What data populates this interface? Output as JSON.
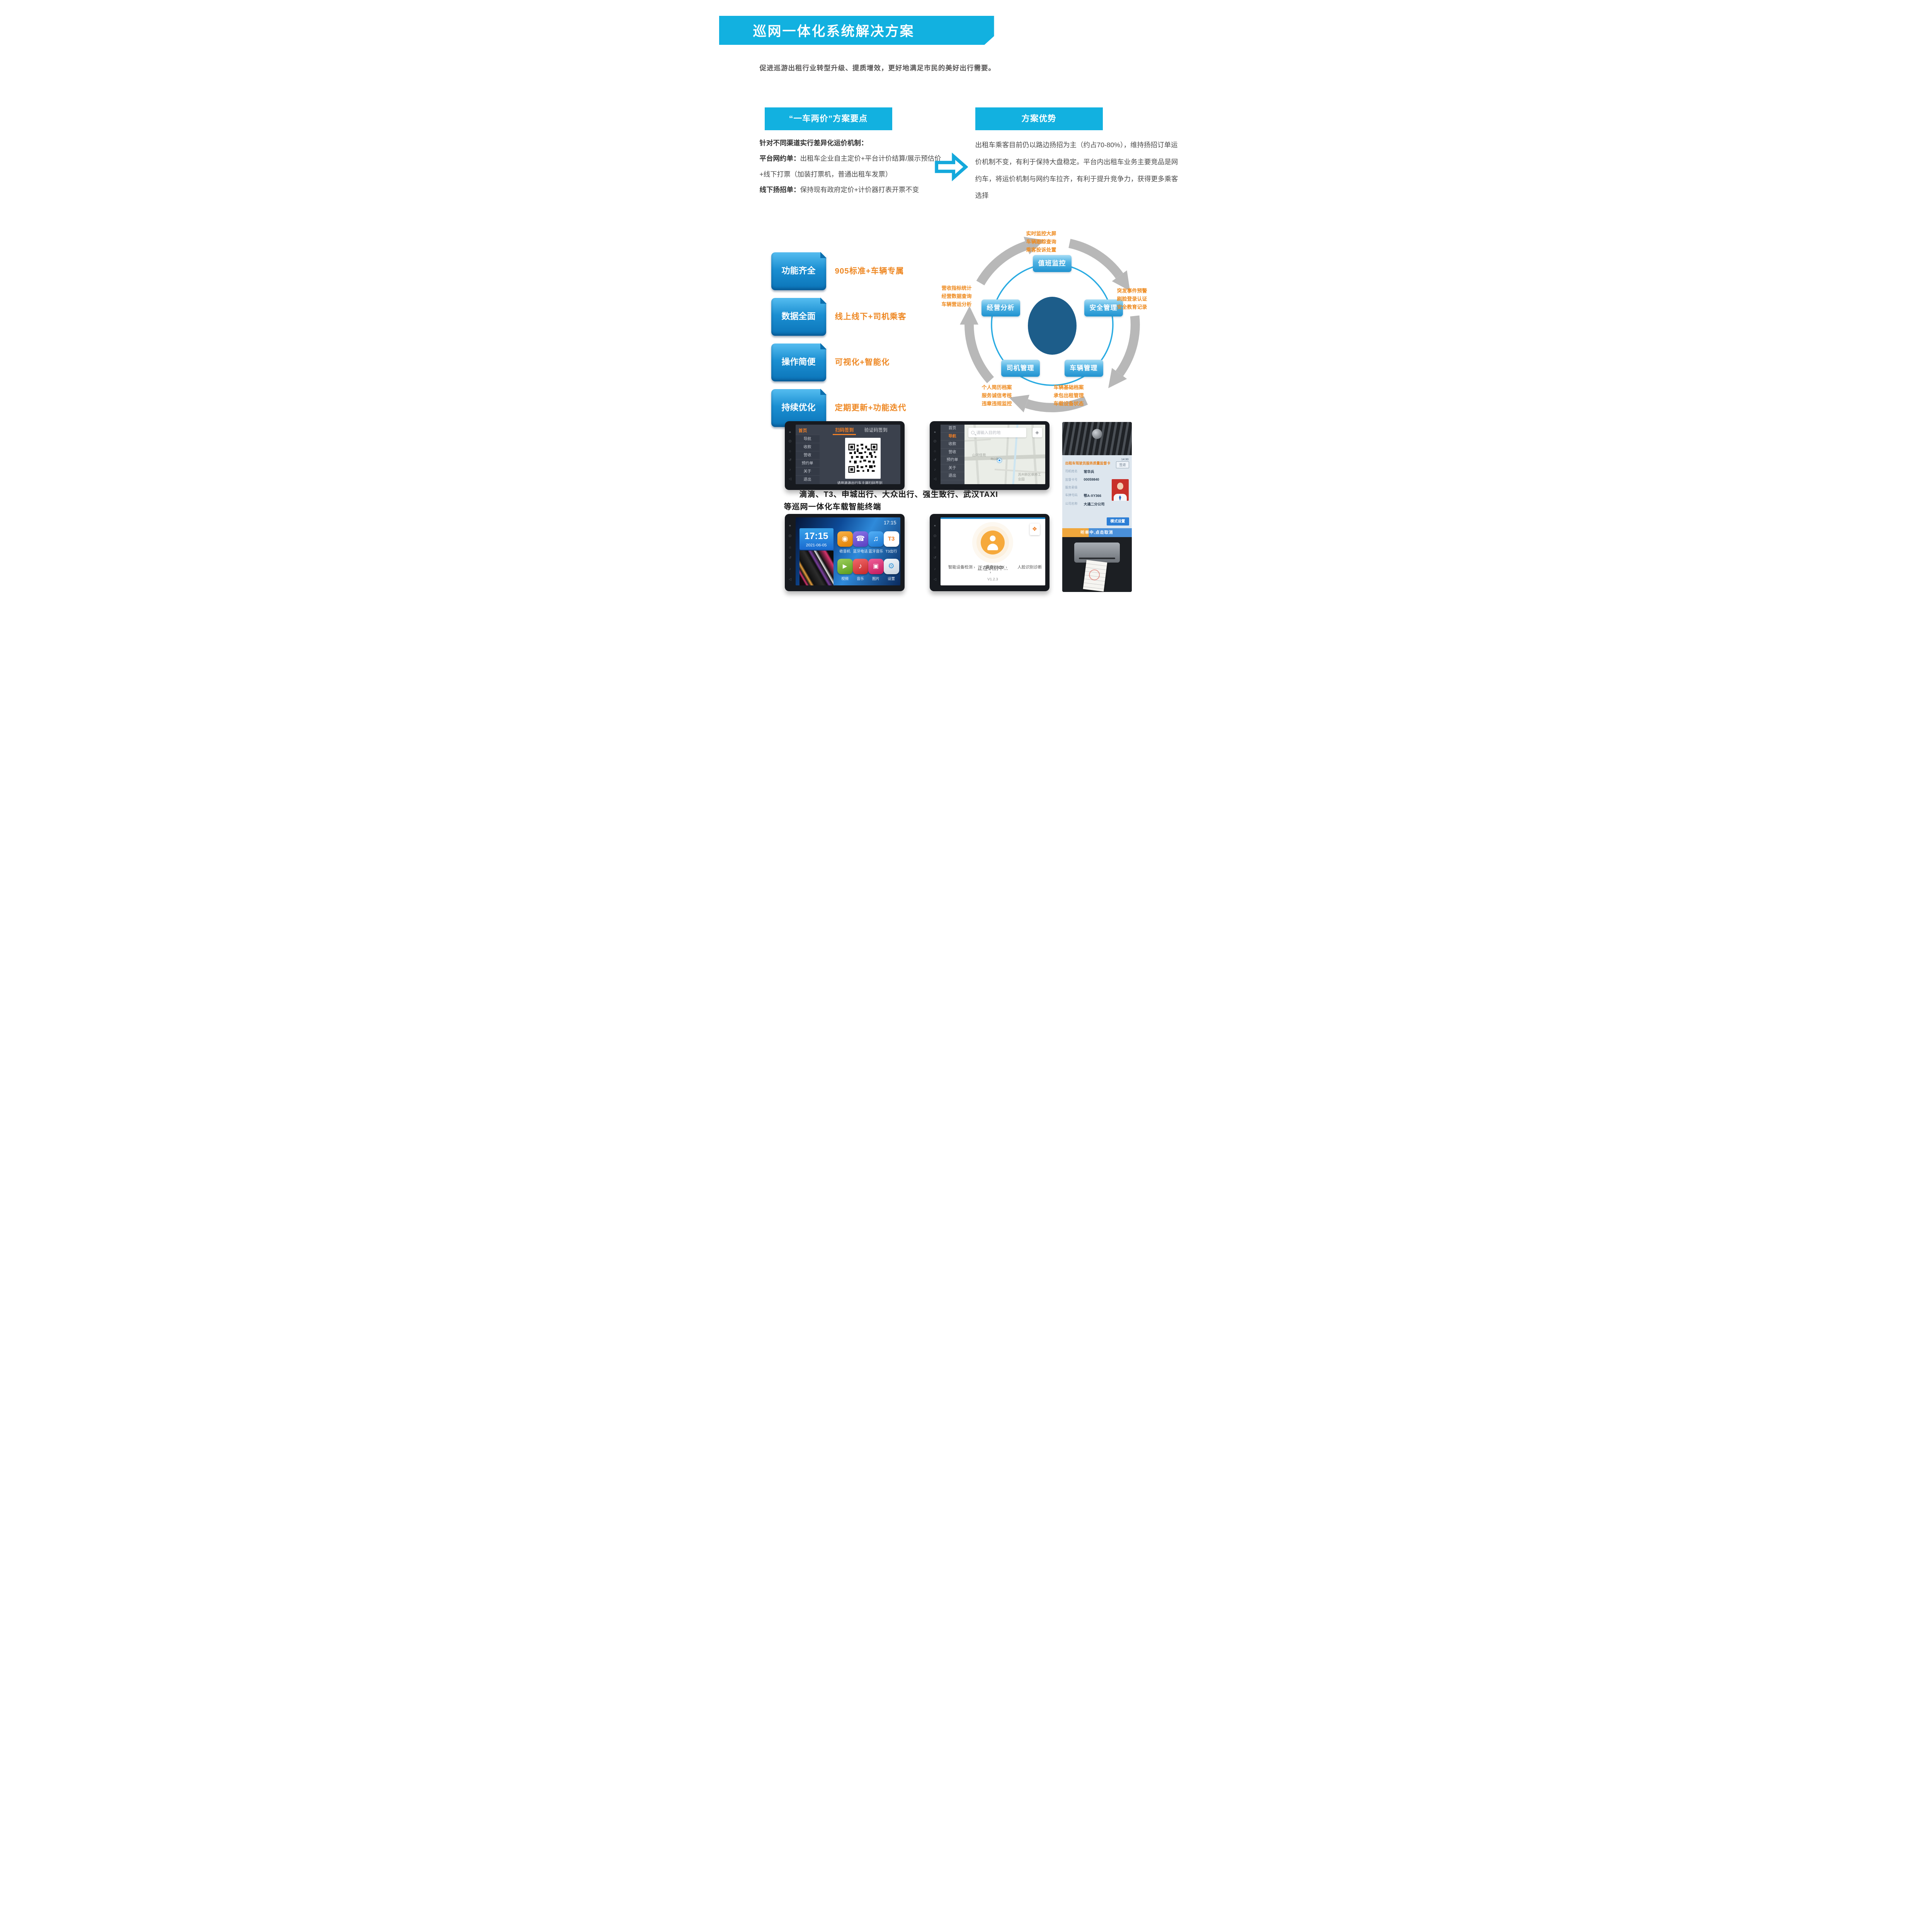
{
  "colors": {
    "accent_cyan": "#12b1e0",
    "accent_orange": "#ee8722",
    "node_blue": "#2093d0",
    "center_navy": "#1d5d8a"
  },
  "banner": {
    "title": "巡网一体化系统解决方案"
  },
  "intro": "促进巡游出租行业转型升级、提质增效，更好地满足市民的美好出行需要。",
  "left_section": {
    "header": "“一车两价”方案要点",
    "points": [
      {
        "label": "针对不同渠道实行差异化运价机制：",
        "text": ""
      },
      {
        "label": "平台网约单：",
        "text": "出租车企业自主定价+平台计价结算/展示预估价+线下打票（加装打票机，普通出租车发票）"
      },
      {
        "label": "线下扬招单：",
        "text": "保持现有政府定价+计价器打表开票不变"
      }
    ]
  },
  "right_section": {
    "header": "方案优势",
    "body": "出租车乘客目前仍以路边扬招为主（约占70-80%），维持扬招订单运价机制不变，有利于保持大盘稳定。平台内出租车业务主要竞品是网约车，将运价机制与网约车拉齐，有利于提升竞争力，获得更多乘客选择"
  },
  "features": [
    {
      "title": "功能齐全",
      "desc": "905标准+车辆专属"
    },
    {
      "title": "数据全面",
      "desc": "线上线下+司机乘客"
    },
    {
      "title": "操作简便",
      "desc": "可视化+智能化"
    },
    {
      "title": "持续优化",
      "desc": "定期更新+功能迭代"
    }
  ],
  "cycle_diagram": {
    "nodes": [
      "值班监控",
      "安全管理",
      "车辆管理",
      "司机管理",
      "经营分析"
    ],
    "annotations": {
      "top": [
        "实时监控大屏",
        "车辆跟踪查询",
        "乘客投诉处置"
      ],
      "right": [
        "突发事件预警",
        "刷脸登录认证",
        "安全教育记录"
      ],
      "bottom_right": [
        "车辆基础档案",
        "承包出租管理",
        "车载设备状态"
      ],
      "bottom_left": [
        "个人简历档案",
        "服务诚信考核",
        "违章违规监控"
      ],
      "left": [
        "营收指标统计",
        "经营数据查询",
        "车辆营运分析"
      ]
    }
  },
  "terminals_caption": {
    "line1": "滴滴、T3、申城出行、大众出行、强生致行、武汉TAXI",
    "line2": "等巡网一体化车载智能终端"
  },
  "device_qr": {
    "home": "首页",
    "tabs": [
      "扫码签到",
      "验证码签到"
    ],
    "menu": [
      "导航",
      "收款",
      "营收",
      "预约单",
      "关于",
      "退出"
    ],
    "caption": "请用滴滴出行车主端扫码签到"
  },
  "device_map": {
    "menu": [
      "首页",
      "导航",
      "收款",
      "营收",
      "预约单",
      "关于",
      "退出"
    ],
    "active_item": "导航",
    "search_placeholder": "请输入目的地",
    "labels": [
      "山河佳苑",
      "何山路",
      "苏州新区枫桥工业园"
    ]
  },
  "device_launcher": {
    "status_clock": "17:15",
    "clock": "17:15",
    "date": "2021-06-05",
    "apps": [
      {
        "label": "收音机",
        "glyph": "◉"
      },
      {
        "label": "蓝牙电话",
        "glyph": "☎"
      },
      {
        "label": "蓝牙音乐",
        "glyph": "♫"
      },
      {
        "label": "T3出行",
        "glyph": "T3"
      },
      {
        "label": "视频",
        "glyph": "▶"
      },
      {
        "label": "音乐",
        "glyph": "♪"
      },
      {
        "label": "图片",
        "glyph": "▣"
      },
      {
        "label": "设置",
        "glyph": "⚙"
      }
    ]
  },
  "device_face": {
    "status": "正在识别中...",
    "links": [
      "智能设备检测 ›",
      "重启TBOX ›",
      "人脸识别诊断 ›"
    ],
    "version": "V1.2.3",
    "logo_glyph": "❖"
  },
  "photo_dashboard": {
    "time": "14:30",
    "card_title": "出租车驾驶员服务质量监督卡",
    "signout": "签退",
    "fields": [
      {
        "k": "司机姓名",
        "v": "常华兵"
      },
      {
        "k": "监督卡号",
        "v": "00059840"
      },
      {
        "k": "服务星级",
        "v": ""
      },
      {
        "k": "车牌号码",
        "v": "鄂A-XY366"
      },
      {
        "k": "公司名称",
        "v": "大通二分公司"
      }
    ],
    "mode_button": "模式设置",
    "bottom_bar": "听单中,点击取消"
  }
}
